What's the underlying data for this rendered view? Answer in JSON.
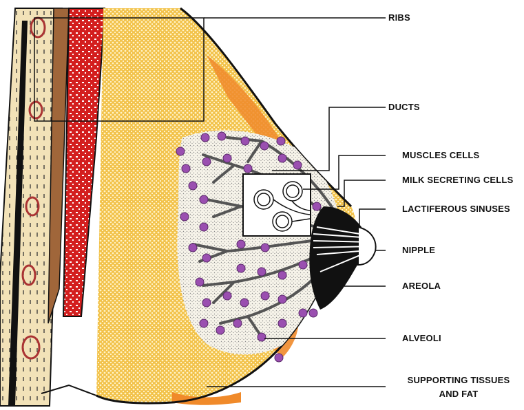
{
  "labels": {
    "ribs": "RIBS",
    "ducts": "DUCTS",
    "muscles_cells": "MUSCLES CELLS",
    "milk_secreting_cells": "MILK SECRETING CELLS",
    "lactiferous_sinuses": "LACTIFEROUS SINUSES",
    "nipple": "NIPPLE",
    "areola": "AREOLA",
    "alveoli": "ALVEOLI",
    "supporting_tissues_line1": "SUPPORTING TISSUES",
    "supporting_tissues_line2": "AND FAT"
  },
  "colors": {
    "background": "#ffffff",
    "fat_tissue": "#f2c24a",
    "fat_dots": "#fff3c6",
    "chest_band": "#f2e2b8",
    "muscle": "#d31e1e",
    "muscle_brown": "#a0663a",
    "orange_edge": "#f08a2a",
    "lobule": "#9a4fb0",
    "duct": "#555555",
    "outline": "#111111"
  }
}
